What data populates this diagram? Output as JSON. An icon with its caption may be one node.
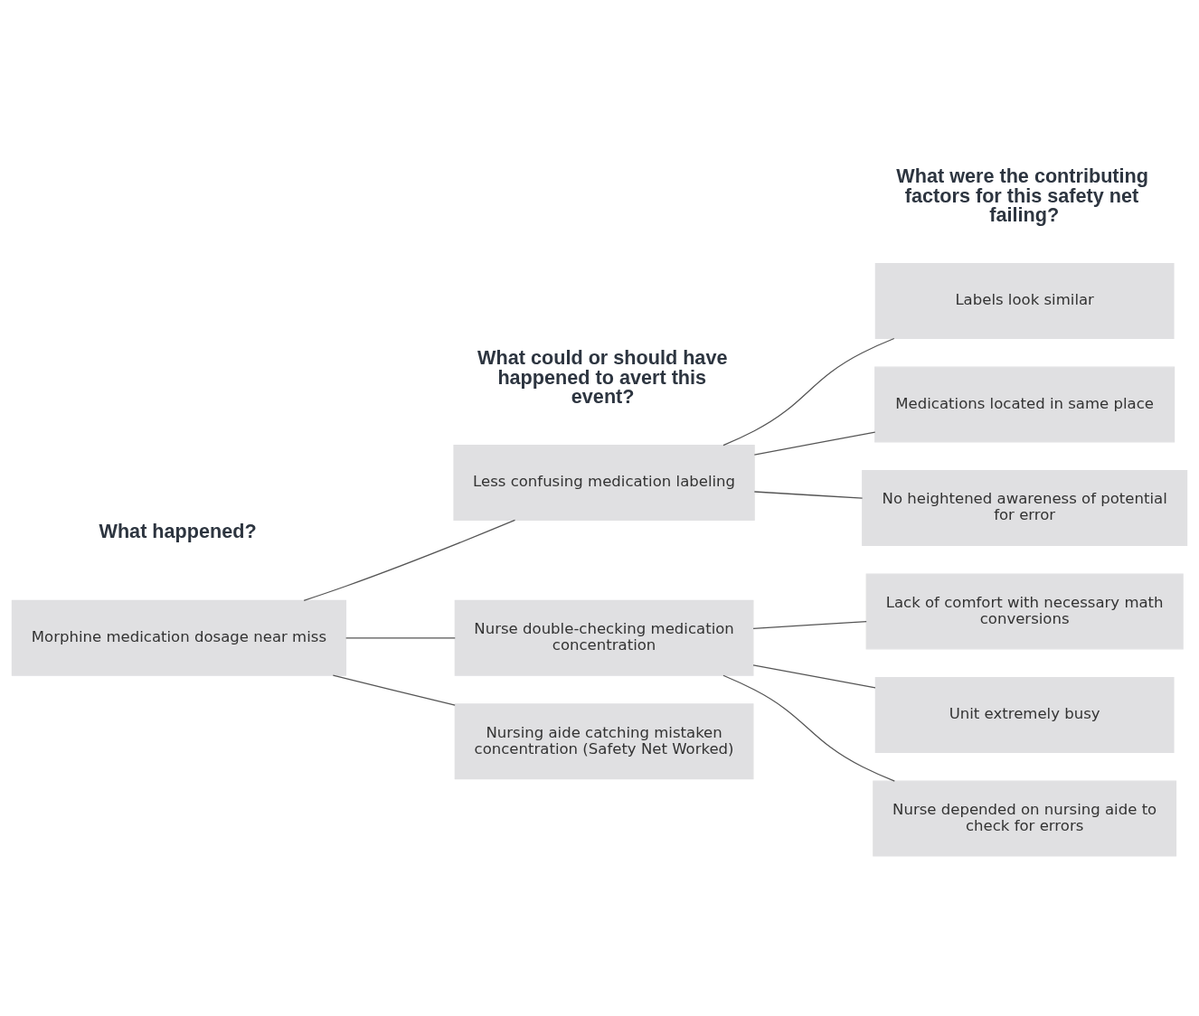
{
  "diagram": {
    "nodes": [
      {
        "text": [
          "Morphine medication dosage near miss"
        ]
      },
      {
        "text": [
          "Less confusing medication labeling"
        ]
      },
      {
        "text": [
          "Nurse double-checking medication concentration"
        ]
      },
      {
        "text": [
          "Nursing aide catching mistaken concentration (Safety Net Worked)"
        ]
      },
      {
        "text": [
          "Labels look similar"
        ]
      },
      {
        "text": [
          "Medications located in same place"
        ]
      },
      {
        "text": [
          "No heightened awareness of potential for error"
        ]
      },
      {
        "text": [
          "Lack of comfort with necessary math conversions"
        ]
      },
      {
        "text": [
          "Unit extremely busy"
        ]
      },
      {
        "text": [
          "Nurse depended on nursing aide to check for errors"
        ]
      }
    ],
    "edges": [
      {
        "from": 0,
        "to": 1,
        "arrow": "none"
      },
      {
        "from": 0,
        "to": 2,
        "arrow": "none"
      },
      {
        "from": 0,
        "to": 3,
        "arrow": "none"
      },
      {
        "from": 1,
        "to": 4,
        "arrow": "none"
      },
      {
        "from": 1,
        "to": 5,
        "arrow": "none"
      },
      {
        "from": 1,
        "to": 6,
        "arrow": "none"
      },
      {
        "from": 2,
        "to": 7,
        "arrow": "none"
      },
      {
        "from": 2,
        "to": 8,
        "arrow": "none"
      },
      {
        "from": 2,
        "to": 9,
        "arrow": "none"
      }
    ],
    "labels": [
      "What were the contributing factors for this safety net failing?",
      "What could or should have happened to avert this event?",
      "What happened?"
    ]
  }
}
